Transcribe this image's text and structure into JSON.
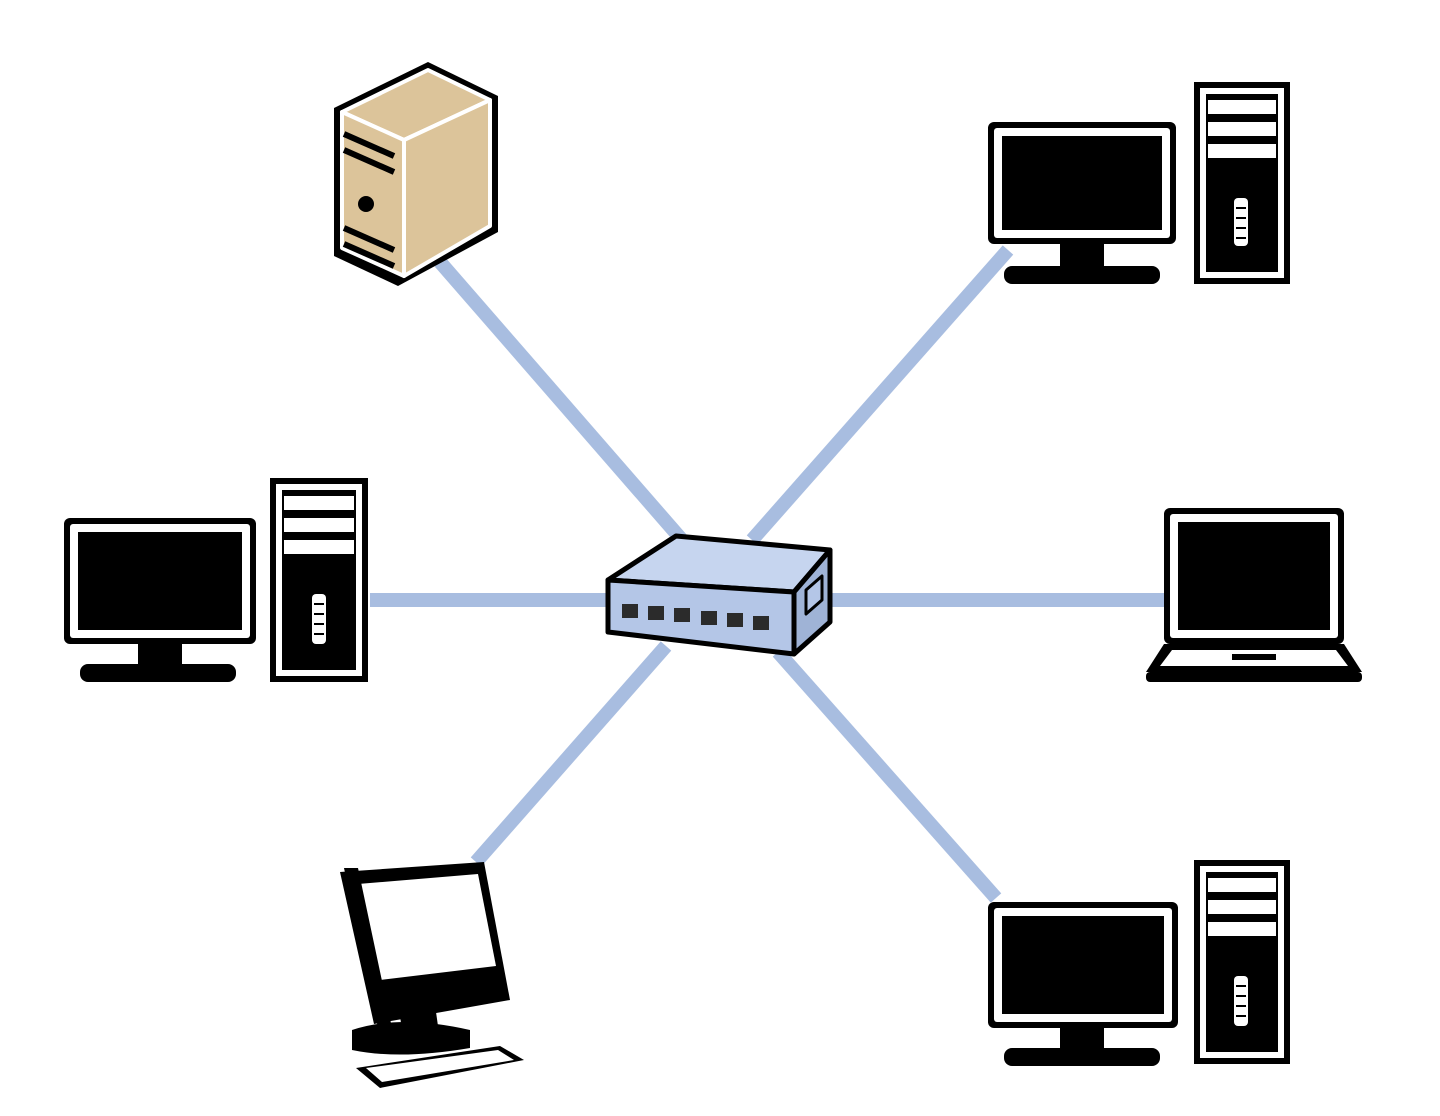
{
  "diagram": {
    "topology": "star",
    "hub": {
      "device": "network-switch",
      "port_count": 6
    },
    "nodes": [
      {
        "id": "server",
        "device": "tower-server"
      },
      {
        "id": "desktop-top-right",
        "device": "desktop-with-tower"
      },
      {
        "id": "desktop-left",
        "device": "desktop-with-tower"
      },
      {
        "id": "laptop-right",
        "device": "laptop"
      },
      {
        "id": "all-in-one-bottom-left",
        "device": "all-in-one-computer"
      },
      {
        "id": "desktop-bottom-right",
        "device": "desktop-with-tower"
      }
    ],
    "colors": {
      "link": "#a8bde0",
      "switch_body": "#b4c6e7",
      "switch_top": "#c6d5ef",
      "server_body": "#dcc49a",
      "screen": "#000000",
      "outline": "#000000",
      "background": "#ffffff"
    }
  }
}
